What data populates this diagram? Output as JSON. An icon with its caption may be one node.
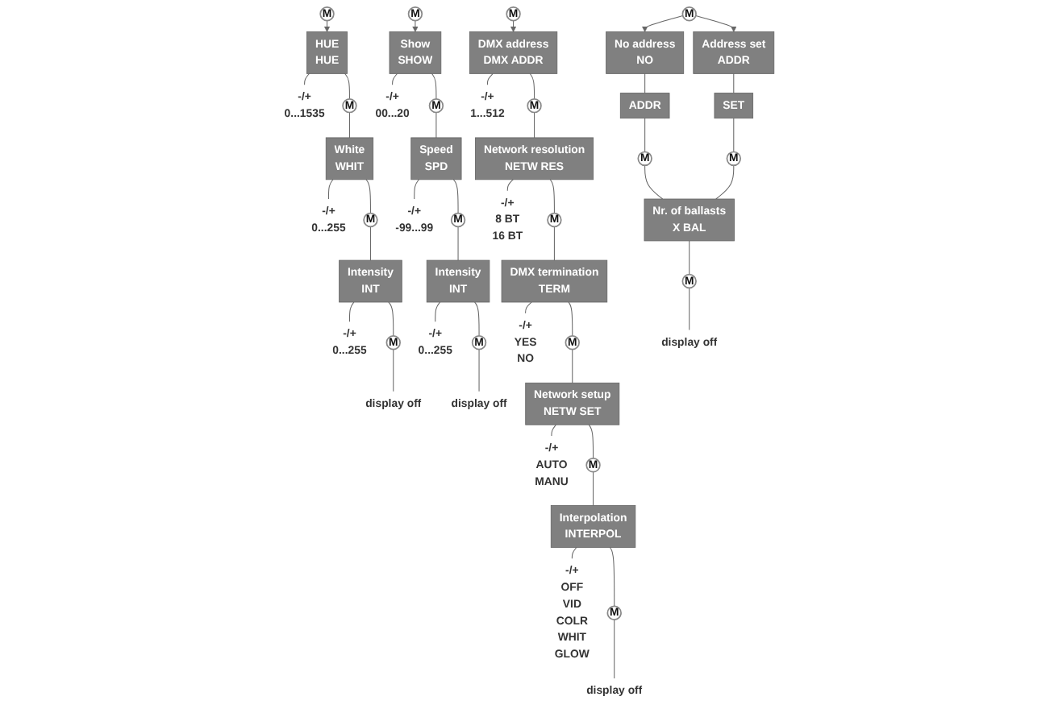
{
  "diagram": {
    "nodes": [
      {
        "text": [
          "M"
        ]
      },
      {
        "text": [
          "HUE",
          "HUE"
        ]
      },
      {
        "text": [
          "-/+"
        ],
        "beside": [
          "0...1535"
        ]
      },
      {
        "text": [
          "M"
        ]
      },
      {
        "text": [
          "White",
          "WHIT"
        ]
      },
      {
        "text": [
          "-/+"
        ],
        "beside": [
          "0...255"
        ]
      },
      {
        "text": [
          "M"
        ]
      },
      {
        "text": [
          "Intensity",
          "INT"
        ]
      },
      {
        "text": [
          "-/+"
        ],
        "beside": [
          "0...255"
        ]
      },
      {
        "text": [
          "M"
        ]
      },
      {
        "text": [
          "display off"
        ]
      },
      {
        "text": [
          "M"
        ]
      },
      {
        "text": [
          "Show",
          "SHOW"
        ]
      },
      {
        "text": [
          "-/+"
        ],
        "beside": [
          "00...20"
        ]
      },
      {
        "text": [
          "M"
        ]
      },
      {
        "text": [
          "Speed",
          "SPD"
        ]
      },
      {
        "text": [
          "-/+"
        ],
        "beside": [
          "-99...99"
        ]
      },
      {
        "text": [
          "M"
        ]
      },
      {
        "text": [
          "Intensity",
          "INT"
        ]
      },
      {
        "text": [
          "-/+"
        ],
        "beside": [
          "0...255"
        ]
      },
      {
        "text": [
          "M"
        ]
      },
      {
        "text": [
          "display off"
        ]
      },
      {
        "text": [
          "M"
        ]
      },
      {
        "text": [
          "DMX address",
          "DMX ADDR"
        ]
      },
      {
        "text": [
          "-/+"
        ],
        "beside": [
          "1...512"
        ]
      },
      {
        "text": [
          "M"
        ]
      },
      {
        "text": [
          "Network resolution",
          "NETW RES"
        ]
      },
      {
        "text": [
          "-/+"
        ],
        "beside": [
          "8 BT",
          "16 BT"
        ]
      },
      {
        "text": [
          "M"
        ]
      },
      {
        "text": [
          "DMX termination",
          "TERM"
        ]
      },
      {
        "text": [
          "-/+"
        ],
        "beside": [
          "YES",
          "NO"
        ]
      },
      {
        "text": [
          "M"
        ]
      },
      {
        "text": [
          "Network setup",
          "NETW SET"
        ]
      },
      {
        "text": [
          "-/+"
        ],
        "beside": [
          "AUTO",
          "MANU"
        ]
      },
      {
        "text": [
          "M"
        ]
      },
      {
        "text": [
          "Interpolation",
          "INTERPOL"
        ]
      },
      {
        "text": [
          "-/+"
        ],
        "beside": [
          "OFF",
          "VID",
          "COLR",
          "WHIT",
          "GLOW"
        ]
      },
      {
        "text": [
          "M"
        ]
      },
      {
        "text": [
          "display off"
        ]
      },
      {
        "text": [
          "M"
        ]
      },
      {
        "text": [
          "No address",
          "NO"
        ]
      },
      {
        "text": [
          "Address set",
          "ADDR"
        ]
      },
      {
        "text": [
          "ADDR"
        ]
      },
      {
        "text": [
          "SET"
        ]
      },
      {
        "text": [
          "M"
        ]
      },
      {
        "text": [
          "M"
        ]
      },
      {
        "text": [
          "Nr. of ballasts",
          "X BAL"
        ]
      },
      {
        "text": [
          "M"
        ]
      },
      {
        "text": [
          "display off"
        ]
      }
    ],
    "edges": [
      {
        "from": 0,
        "to": 1,
        "arrow": "to"
      },
      {
        "from": 1,
        "to": 2,
        "arrow": "none"
      },
      {
        "from": 1,
        "to": 3,
        "arrow": "none"
      },
      {
        "from": 3,
        "to": 4,
        "arrow": "none"
      },
      {
        "from": 4,
        "to": 5,
        "arrow": "none"
      },
      {
        "from": 4,
        "to": 6,
        "arrow": "none"
      },
      {
        "from": 6,
        "to": 7,
        "arrow": "none"
      },
      {
        "from": 7,
        "to": 8,
        "arrow": "none"
      },
      {
        "from": 7,
        "to": 9,
        "arrow": "none"
      },
      {
        "from": 9,
        "to": 10,
        "arrow": "none"
      },
      {
        "from": 11,
        "to": 12,
        "arrow": "to"
      },
      {
        "from": 12,
        "to": 13,
        "arrow": "none"
      },
      {
        "from": 12,
        "to": 14,
        "arrow": "none"
      },
      {
        "from": 14,
        "to": 15,
        "arrow": "none"
      },
      {
        "from": 15,
        "to": 16,
        "arrow": "none"
      },
      {
        "from": 15,
        "to": 17,
        "arrow": "none"
      },
      {
        "from": 17,
        "to": 18,
        "arrow": "none"
      },
      {
        "from": 18,
        "to": 19,
        "arrow": "none"
      },
      {
        "from": 18,
        "to": 20,
        "arrow": "none"
      },
      {
        "from": 20,
        "to": 21,
        "arrow": "none"
      },
      {
        "from": 22,
        "to": 23,
        "arrow": "to"
      },
      {
        "from": 23,
        "to": 24,
        "arrow": "none"
      },
      {
        "from": 23,
        "to": 25,
        "arrow": "none"
      },
      {
        "from": 25,
        "to": 26,
        "arrow": "none"
      },
      {
        "from": 26,
        "to": 27,
        "arrow": "none"
      },
      {
        "from": 26,
        "to": 28,
        "arrow": "none"
      },
      {
        "from": 28,
        "to": 29,
        "arrow": "none"
      },
      {
        "from": 29,
        "to": 30,
        "arrow": "none"
      },
      {
        "from": 29,
        "to": 31,
        "arrow": "none"
      },
      {
        "from": 31,
        "to": 32,
        "arrow": "none"
      },
      {
        "from": 32,
        "to": 33,
        "arrow": "none"
      },
      {
        "from": 32,
        "to": 34,
        "arrow": "none"
      },
      {
        "from": 34,
        "to": 35,
        "arrow": "none"
      },
      {
        "from": 35,
        "to": 36,
        "arrow": "none"
      },
      {
        "from": 35,
        "to": 37,
        "arrow": "none"
      },
      {
        "from": 37,
        "to": 38,
        "arrow": "none"
      },
      {
        "from": 39,
        "to": 40,
        "arrow": "to"
      },
      {
        "from": 39,
        "to": 41,
        "arrow": "to"
      },
      {
        "from": 40,
        "to": 42,
        "arrow": "none"
      },
      {
        "from": 41,
        "to": 43,
        "arrow": "none"
      },
      {
        "from": 42,
        "to": 44,
        "arrow": "none"
      },
      {
        "from": 43,
        "to": 45,
        "arrow": "none"
      },
      {
        "from": 44,
        "to": 46,
        "arrow": "none"
      },
      {
        "from": 45,
        "to": 46,
        "arrow": "none"
      },
      {
        "from": 46,
        "to": 47,
        "arrow": "none"
      },
      {
        "from": 47,
        "to": 48,
        "arrow": "none"
      }
    ]
  }
}
